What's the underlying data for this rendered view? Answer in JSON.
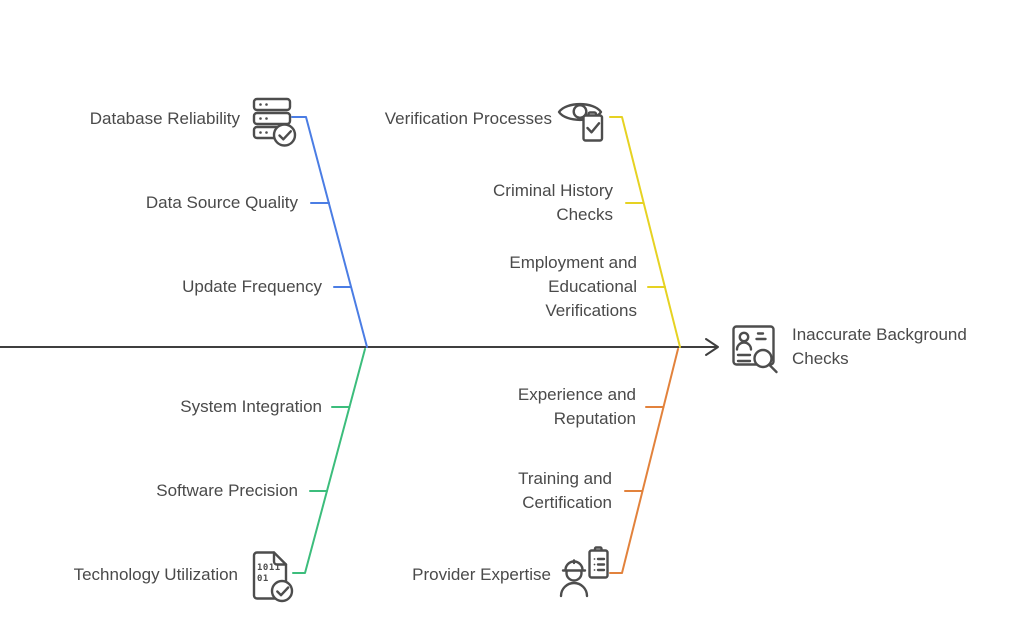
{
  "effect": {
    "label": "Inaccurate Background Checks",
    "icon": "id-card-search-icon"
  },
  "branches": {
    "top_left": {
      "category": "Database Reliability",
      "icon": "database-check-icon",
      "color": "#4b7de4",
      "causes": [
        "Data Source Quality",
        "Update Frequency"
      ]
    },
    "top_right": {
      "category": "Verification Processes",
      "icon": "eye-checklist-icon",
      "color": "#e6d222",
      "causes": [
        "Criminal History Checks",
        "Employment and Educational Verifications"
      ]
    },
    "bottom_left": {
      "category": "Technology Utilization",
      "icon": "binary-document-check-icon",
      "color": "#3cbd7c",
      "causes": [
        "System Integration",
        "Software Precision"
      ]
    },
    "bottom_right": {
      "category": "Provider Expertise",
      "icon": "worker-checklist-icon",
      "color": "#e2823c",
      "causes": [
        "Experience and Reputation",
        "Training and Certification"
      ]
    }
  },
  "icons": {
    "binary_text_line1": "1011",
    "binary_text_line2": "01"
  },
  "colors": {
    "spine": "#3f3f3f",
    "icon_stroke": "#4d4d4d",
    "text": "#4a4a4a",
    "background": "#ffffff"
  }
}
